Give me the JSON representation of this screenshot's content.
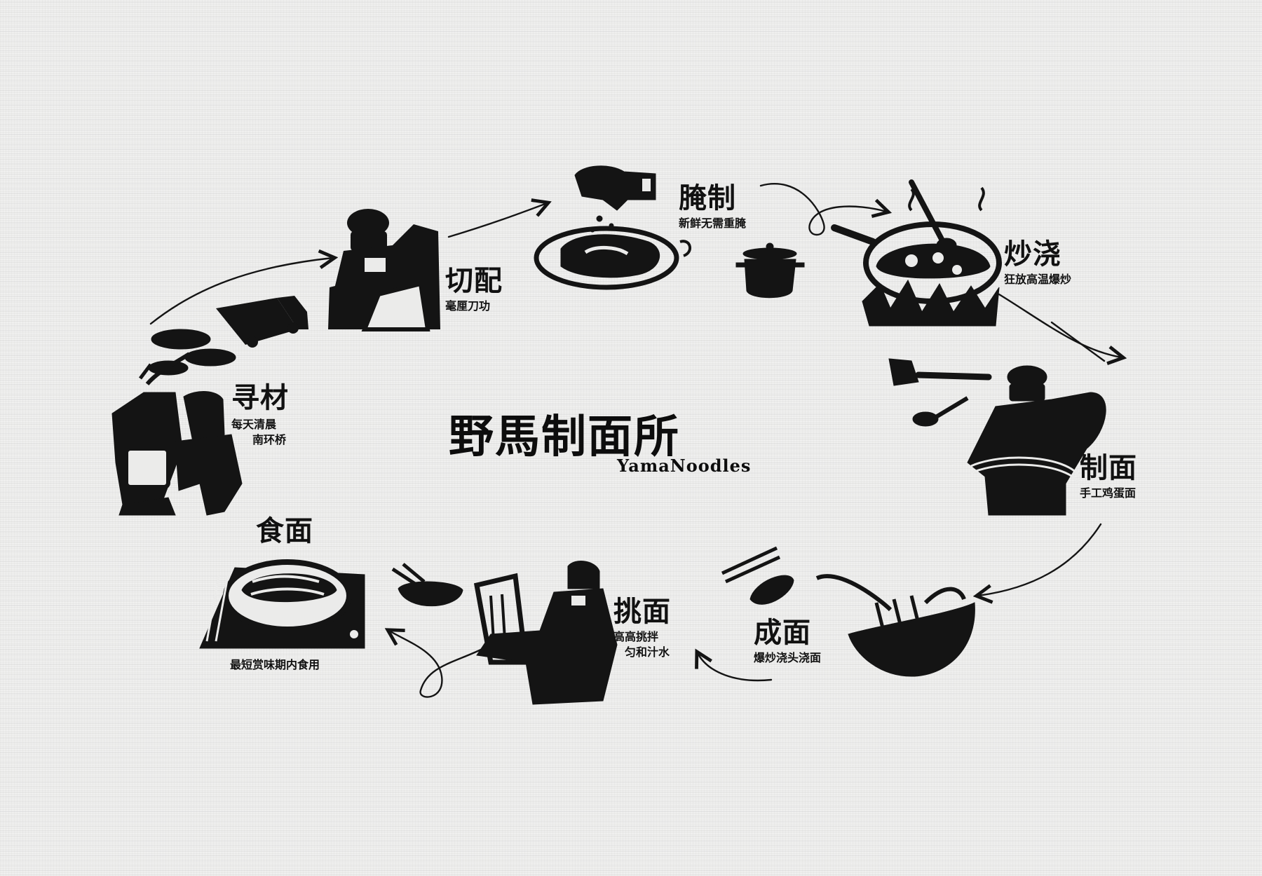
{
  "brand": {
    "title": "野馬制面所",
    "subtitle": "YamaNoodles"
  },
  "steps": [
    {
      "id": "source",
      "title": "寻材",
      "lines": [
        "每天清晨",
        "南环桥"
      ]
    },
    {
      "id": "cut",
      "title": "切配",
      "lines": [
        "毫厘刀功"
      ]
    },
    {
      "id": "marinate",
      "title": "腌制",
      "lines": [
        "新鲜无需重腌"
      ]
    },
    {
      "id": "fry",
      "title": "炒浇",
      "lines": [
        "狂放高温爆炒"
      ]
    },
    {
      "id": "make",
      "title": "制面",
      "lines": [
        "手工鸡蛋面"
      ]
    },
    {
      "id": "finish",
      "title": "成面",
      "lines": [
        "爆炒浇头浇面"
      ]
    },
    {
      "id": "lift",
      "title": "挑面",
      "lines": [
        "高高挑拌",
        "匀和汁水"
      ]
    },
    {
      "id": "eat",
      "title": "食面",
      "lines": [
        "最短赏味期内食用"
      ]
    }
  ],
  "colors": {
    "ink": "#141414",
    "paper": "#ebebea"
  },
  "icons": [
    "tree-icon",
    "truck-icon",
    "cook-icon",
    "hand-icon",
    "steak-icon",
    "pot-icon",
    "wok-icon",
    "spatula-icon",
    "noodle-bowl-icon",
    "chopsticks-icon",
    "bowl-icon",
    "plate-icon"
  ]
}
